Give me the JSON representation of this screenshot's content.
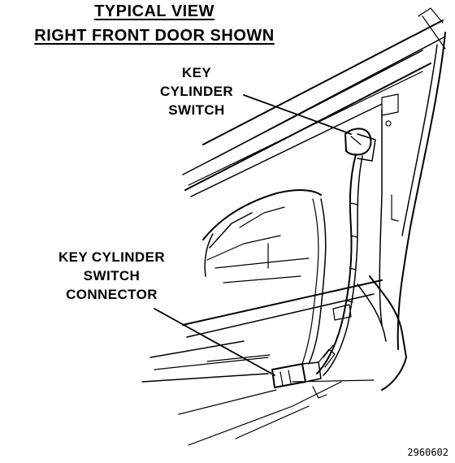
{
  "title": {
    "line1": "TYPICAL VIEW",
    "line2": "RIGHT FRONT DOOR SHOWN"
  },
  "callouts": {
    "key_cylinder_switch": [
      "KEY",
      "CYLINDER",
      "SWITCH"
    ],
    "key_cylinder_switch_connector": [
      "KEY CYLINDER",
      "SWITCH",
      "CONNECTOR"
    ]
  },
  "figure_id": "2960602"
}
